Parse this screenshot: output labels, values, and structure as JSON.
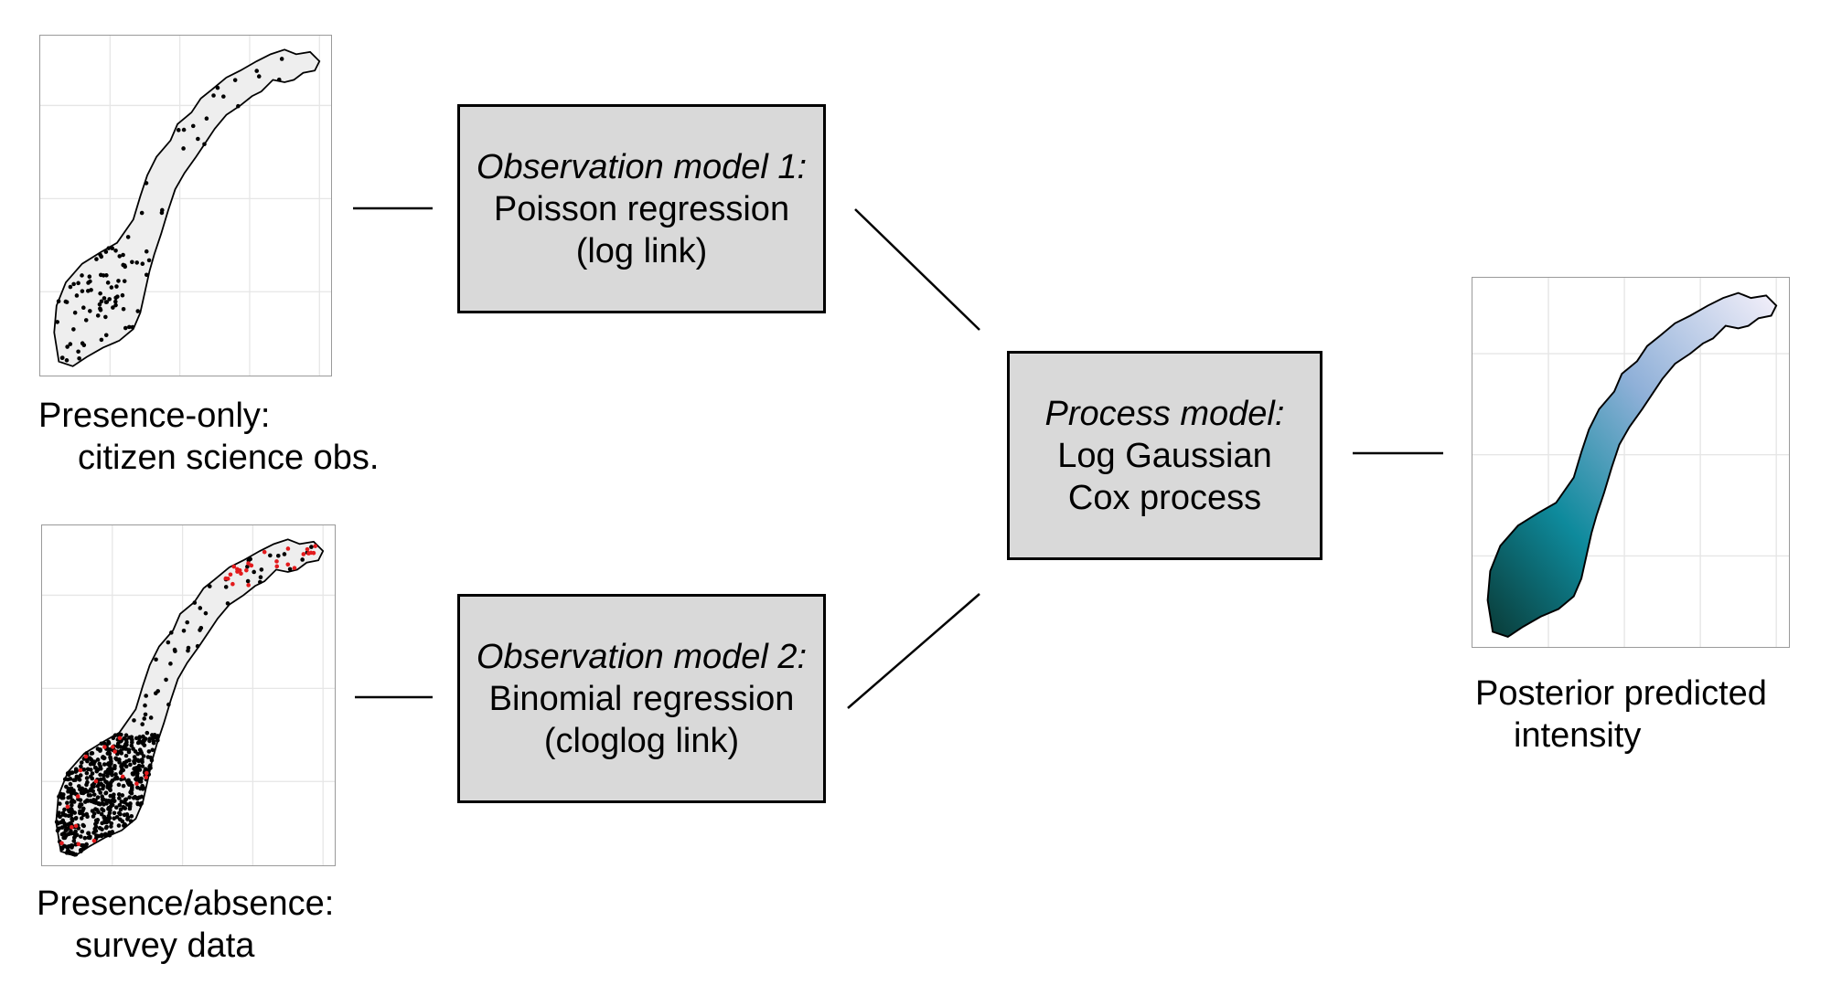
{
  "panels": {
    "presence_only": {
      "caption_line1": "Presence-only:",
      "caption_line2": "citizen science obs.",
      "fill": "#eeeeee",
      "dot_color": "#000000"
    },
    "presence_absence": {
      "caption_line1": "Presence/absence:",
      "caption_line2": "survey data",
      "fill": "#eeeeee",
      "dot_color": "#000000",
      "presence_color": "#e31a1c"
    },
    "posterior": {
      "caption_line1": "Posterior predicted",
      "caption_line2": "intensity",
      "gradient": [
        "#0a3a36",
        "#0e8a9c",
        "#8fb0d8",
        "#f4f0fa"
      ]
    }
  },
  "boxes": {
    "obs1": {
      "title": "Observation model 1:",
      "line1": "Poisson regression",
      "line2": "(log link)"
    },
    "obs2": {
      "title": "Observation model 2:",
      "line1": "Binomial regression",
      "line2": "(cloglog link)"
    },
    "process": {
      "title": "Process model:",
      "line1": "Log Gaussian",
      "line2": "Cox process"
    }
  },
  "colors": {
    "box_fill": "#d9d9d9",
    "grid": "#e6e6e6",
    "panel_border": "#9a9a9a"
  }
}
